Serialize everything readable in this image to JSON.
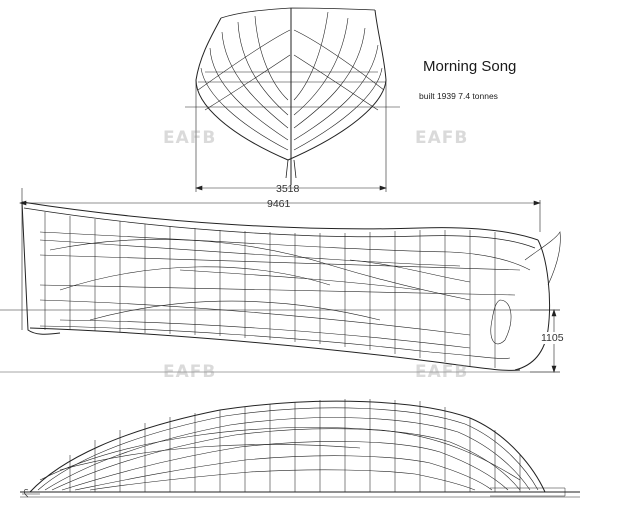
{
  "title": "Morning Song",
  "subtitle": "built 1939    7.4 tonnes",
  "dimensions": {
    "beam": "3518",
    "length": "9461",
    "height": "1105"
  },
  "watermark": "EAFB",
  "colors": {
    "line": "#222222",
    "background": "#ffffff"
  }
}
